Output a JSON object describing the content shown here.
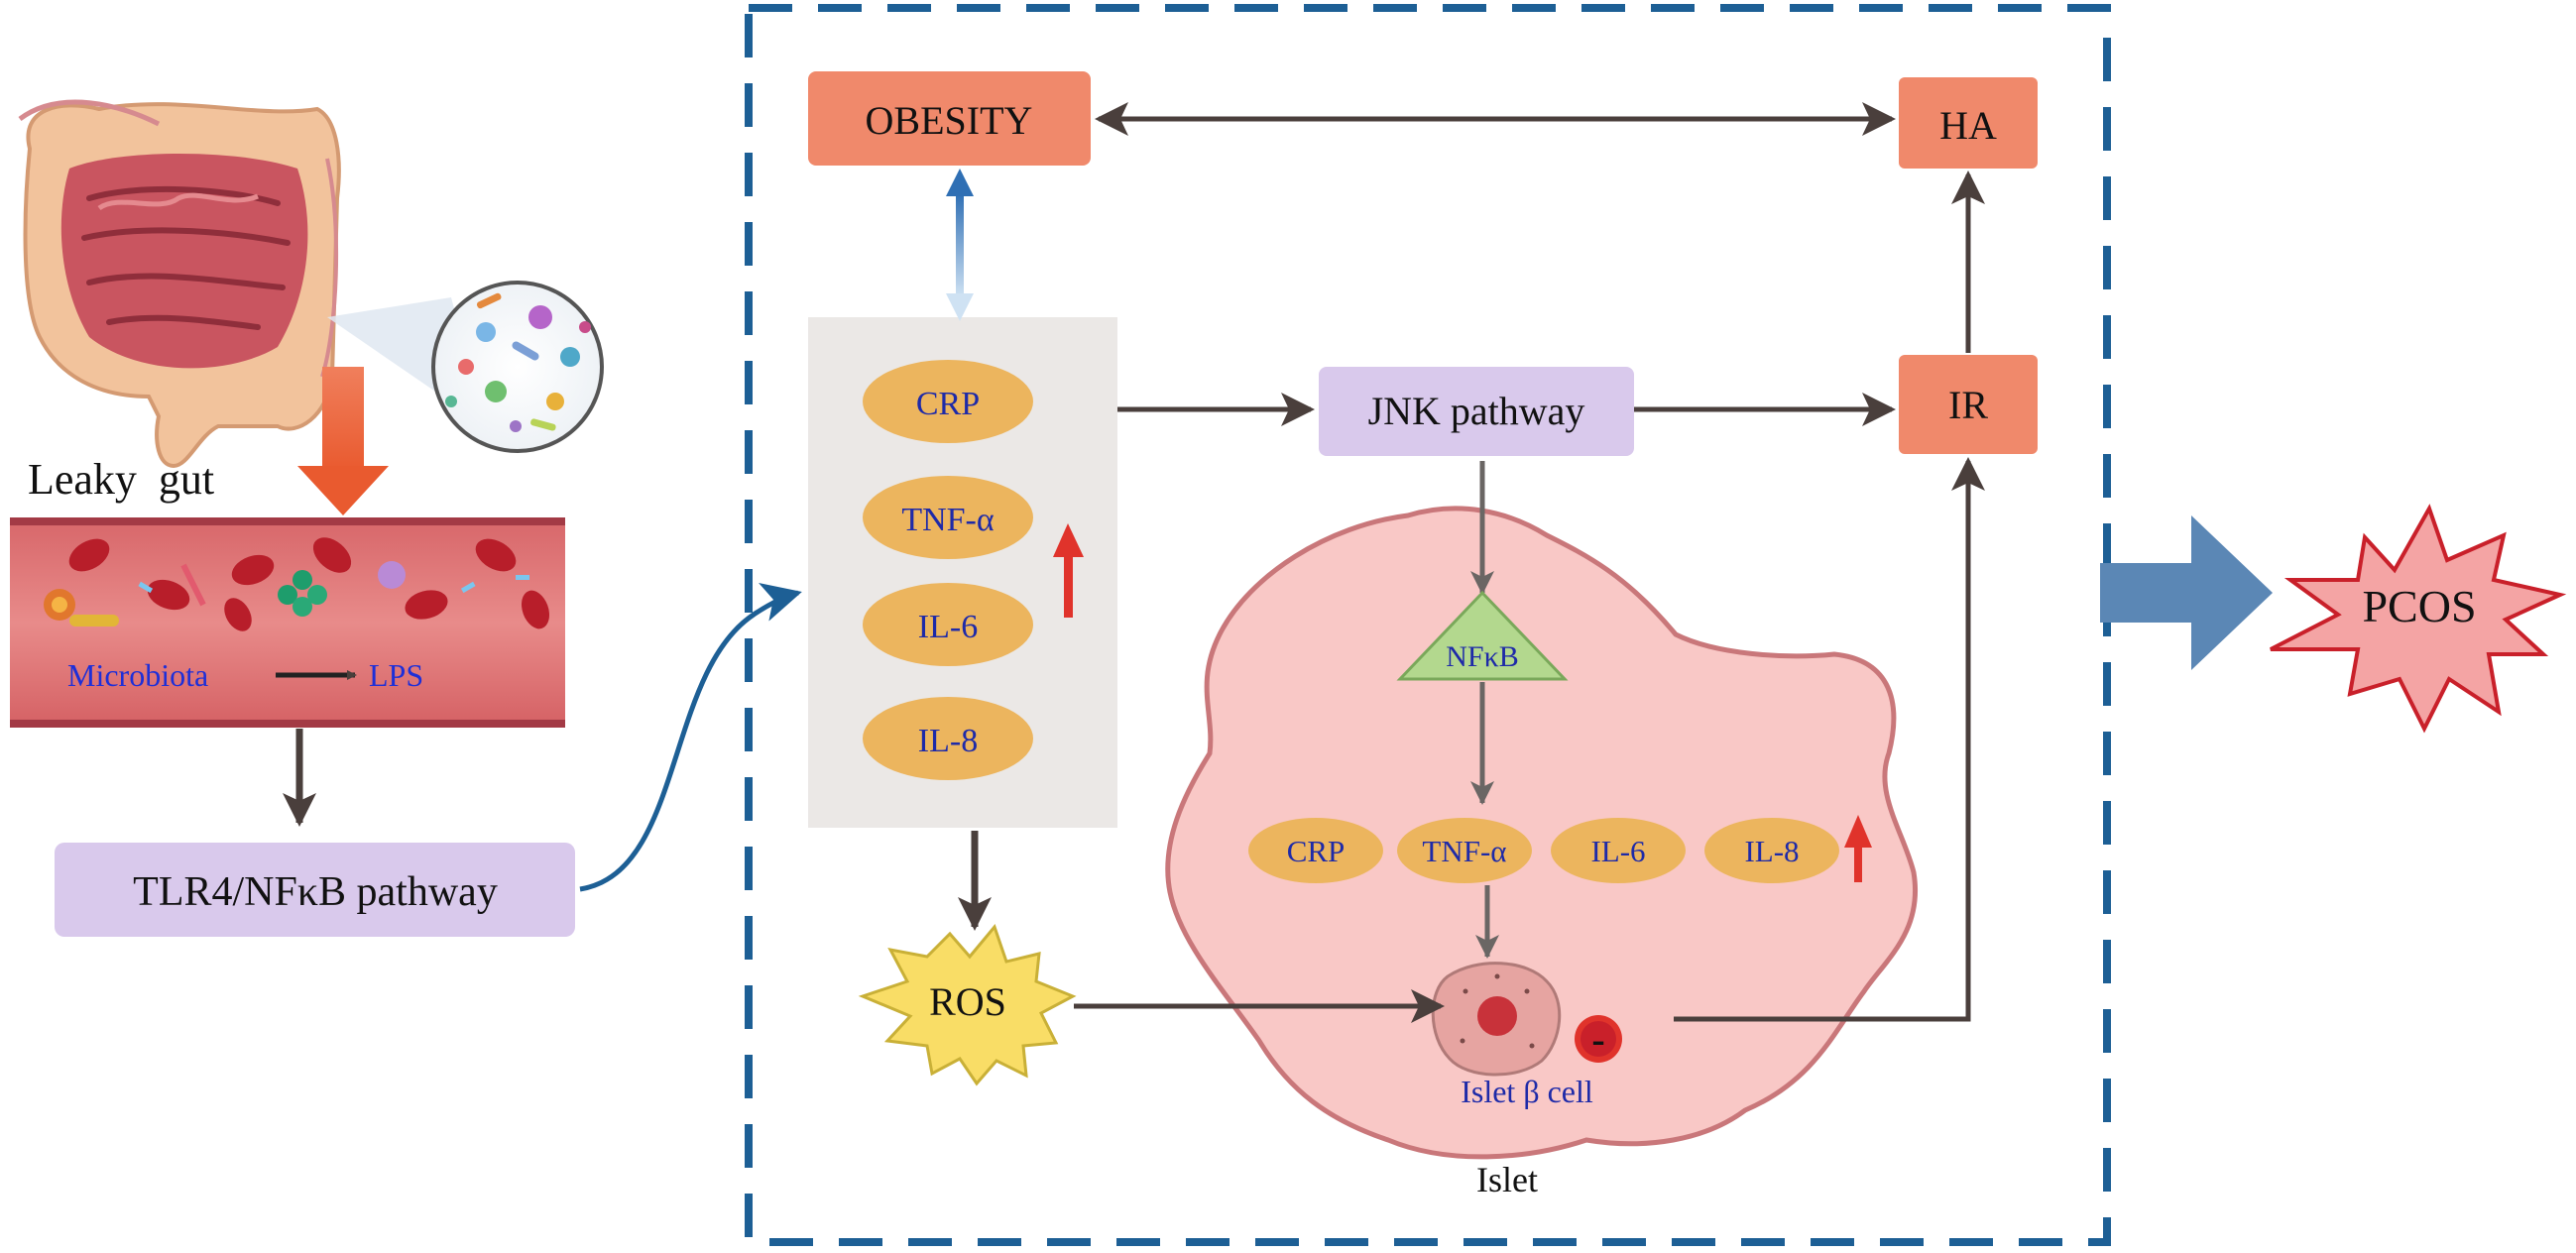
{
  "gut": {
    "leaky_gut_label": "Leaky  gut",
    "microbiota_label": "Microbiota",
    "lps_label": "LPS",
    "tlr4_label": "TLR4/NFκB pathway"
  },
  "factors": {
    "obesity": "OBESITY",
    "ha": "HA",
    "ir": "IR",
    "jnk": "JNK pathway",
    "ros": "ROS",
    "pcos": "PCOS"
  },
  "inflammatory_markers": [
    "CRP",
    "TNF-α",
    "IL-6",
    "IL-8"
  ],
  "islet": {
    "nfkb_label": "NFκB",
    "markers": [
      "CRP",
      "TNF-α",
      "IL-6",
      "IL-8"
    ],
    "cell_label": "Islet β cell",
    "islet_label": "Islet",
    "inhibit_symbol": "-"
  },
  "colors": {
    "salmon_box": "#f0896b",
    "lavender_box": "#d9c9ec",
    "oval": "#ecb55e",
    "oval_text": "#1e2aa8",
    "grey_panel": "#ebe8e6",
    "islet_fill": "#f9c8c6",
    "islet_edge": "#c9777a",
    "nfkb_fill": "#b3d88e",
    "ros_fill": "#f9dd66",
    "pcos_fill": "#f4a4a4",
    "dashed_border": "#1d5f95",
    "arrow_dark": "#4a3f3c",
    "arrow_red": "#e0332b",
    "blue_arrow": "#5b87b5"
  }
}
